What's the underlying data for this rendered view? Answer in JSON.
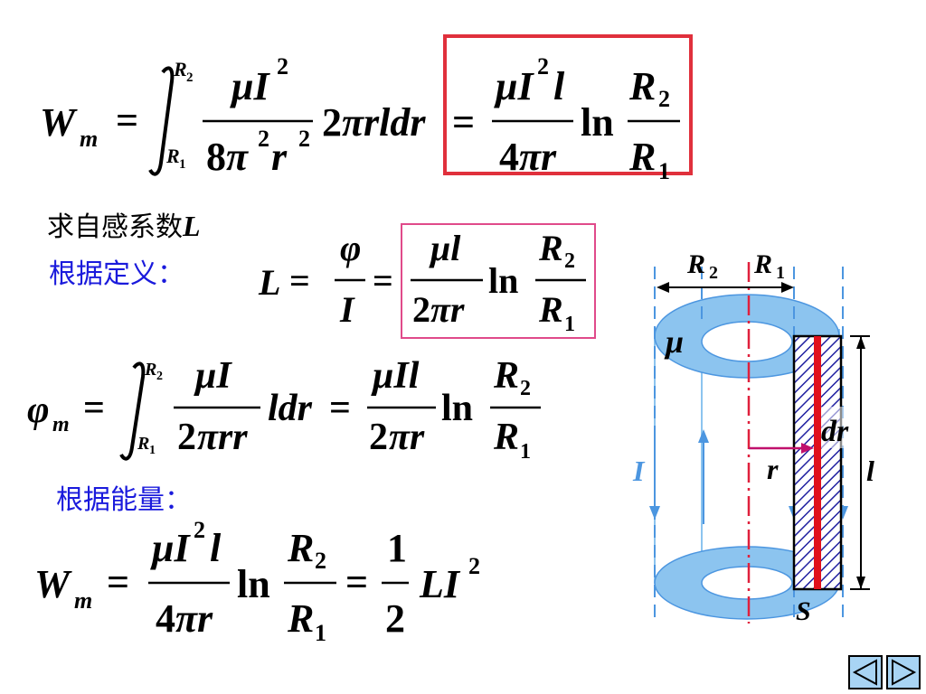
{
  "colors": {
    "box1": "#e0303c",
    "box2": "#e04a8a",
    "label_blue": "#1a1adc",
    "cylinder": "#8cc4ef",
    "cylinder_edge": "#4c96e0",
    "axis": "#e0203c",
    "strip_red": "#e0101c",
    "arrow_magenta": "#c0106c"
  },
  "text": {
    "self_inductance": "求自感系数",
    "self_inductance_var": "L",
    "by_definition": "根据定义：",
    "by_energy": "根据能量："
  },
  "diagram": {
    "R2": "R",
    "R2_sub": "2",
    "R1": "R",
    "R1_sub": "1",
    "mu": "μ",
    "dr": "dr",
    "r": "r",
    "I": "I",
    "l": "l",
    "S": "S"
  },
  "nav": {
    "prev_icon": "triangle-left",
    "next_icon": "triangle-right"
  }
}
